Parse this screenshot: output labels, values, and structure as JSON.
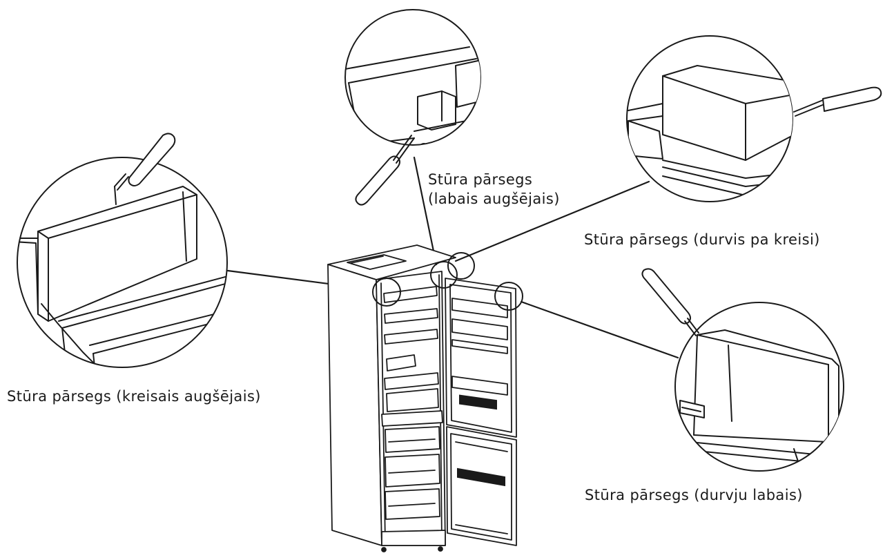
{
  "labels": {
    "corner_cover_top_right_line1": "Stūra pārsegs",
    "corner_cover_top_right_line2": "(labais augšējais)",
    "corner_cover_door_left": "Stūra pārsegs (durvis pa kreisi)",
    "corner_cover_top_left": "Stūra pārsegs (kreisais augšējais)",
    "corner_cover_door_right": "Stūra pārsegs (durvju labais)"
  },
  "colors": {
    "line": "#1a1a1a",
    "background": "#ffffff"
  }
}
